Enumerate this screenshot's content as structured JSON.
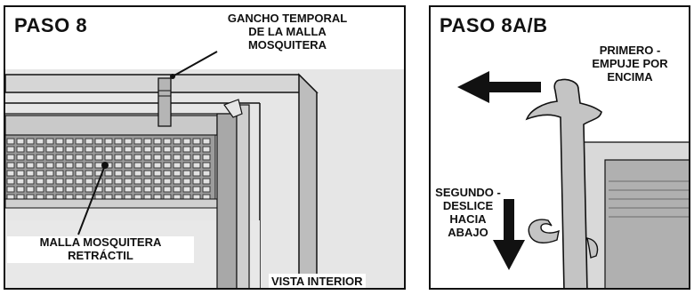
{
  "left_panel": {
    "title": "PASO 8",
    "callout_hook": [
      "GANCHO TEMPORAL",
      "DE LA MALLA",
      "MOSQUITERA"
    ],
    "callout_mesh": [
      "MALLA MOSQUITERA",
      "RETRÁCTIL"
    ],
    "view_label": "VISTA INTERIOR"
  },
  "right_panel": {
    "title": "PASO 8A/B",
    "step_first": [
      "PRIMERO -",
      "EMPUJE POR",
      "ENCIMA"
    ],
    "step_second": [
      "SEGUNDO -",
      "DESLICE",
      "HACIA",
      "ABAJO"
    ]
  },
  "colors": {
    "frame_gray": "#cfcfcf",
    "frame_dark": "#8a8a8a",
    "mesh_dark": "#3a3a3a",
    "arrow": "#111111"
  }
}
